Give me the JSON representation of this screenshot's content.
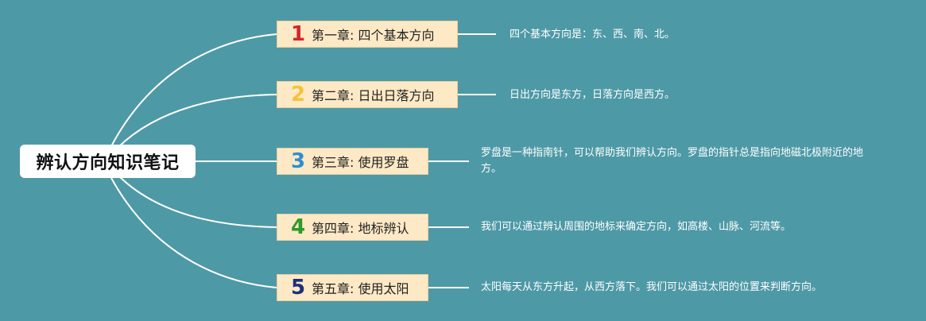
{
  "root": {
    "title": "辨认方向知识笔记"
  },
  "chapters": [
    {
      "num": "1",
      "num_color": "#d9252a",
      "title": "第一章: 四个基本方向",
      "desc": "四个基本方向是：东、西、南、北。"
    },
    {
      "num": "2",
      "num_color": "#f5c33b",
      "title": "第二章: 日出日落方向",
      "desc": "日出方向是东方，日落方向是西方。"
    },
    {
      "num": "3",
      "num_color": "#2d8fd0",
      "title": "第三章: 使用罗盘",
      "desc": "罗盘是一种指南针，可以帮助我们辨认方向。罗盘的指针总是指向地磁北极附近的地方。"
    },
    {
      "num": "4",
      "num_color": "#2e9a2a",
      "title": "第四章: 地标辨认",
      "desc": "我们可以通过辨认周围的地标来确定方向，如高楼、山脉、河流等。"
    },
    {
      "num": "5",
      "num_color": "#1d2f7a",
      "title": "第五章: 使用太阳",
      "desc": "太阳每天从东方升起，从西方落下。我们可以通过太阳的位置来判断方向。"
    }
  ]
}
